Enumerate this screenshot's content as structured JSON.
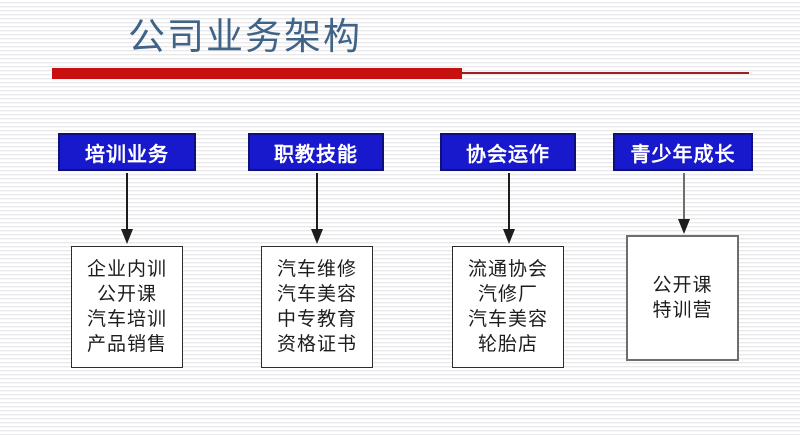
{
  "slide": {
    "title": "公司业务架构",
    "title_color": "#3f6487",
    "accent_red": "#c81010",
    "accent_blue": "#1818cc"
  },
  "columns": [
    {
      "header": "培训业务",
      "arrow": "down-arrow-icon",
      "arrow_color": "#1d1d1d",
      "border_style": "dark",
      "items": [
        "企业内训",
        "公开课",
        "汽车培训",
        "产品销售"
      ]
    },
    {
      "header": "职教技能",
      "arrow": "down-arrow-icon",
      "arrow_color": "#1d1d1d",
      "border_style": "dark",
      "items": [
        "汽车维修",
        "汽车美容",
        "中专教育",
        "资格证书"
      ]
    },
    {
      "header": "协会运作",
      "arrow": "down-arrow-icon",
      "arrow_color": "#1d1d1d",
      "border_style": "dark",
      "items": [
        "流通协会",
        "汽修厂",
        "汽车美容",
        "轮胎店"
      ]
    },
    {
      "header": "青少年成长",
      "arrow": "down-arrow-icon",
      "arrow_color": "#6e6e6e",
      "border_style": "grey",
      "items": [
        "公开课",
        "特训营"
      ]
    }
  ]
}
